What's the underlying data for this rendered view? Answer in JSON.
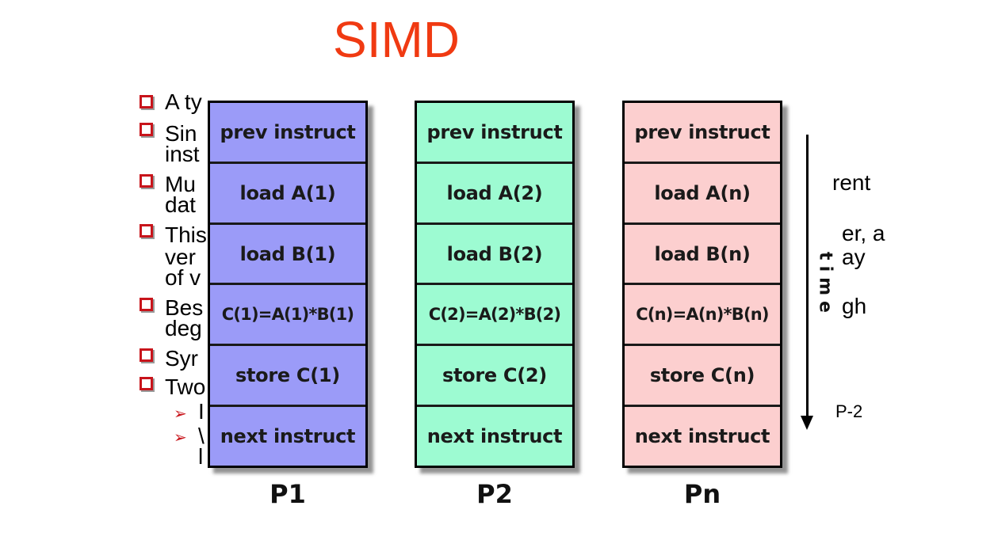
{
  "slide": {
    "title": "SIMD",
    "title_color": "#f03a12"
  },
  "bullets": [
    {
      "left": "A ty",
      "right": ""
    },
    {
      "left": "Sin",
      "left2": "inst",
      "right": ""
    },
    {
      "left": "Mu",
      "left2": "dat",
      "right": "rent"
    },
    {
      "left": "This",
      "left2": "ver",
      "left3": "of v",
      "right": "er, a",
      "right2": "ay"
    },
    {
      "left": "Bes",
      "left2": "deg",
      "right": "gh"
    },
    {
      "left": "Syr",
      "right": ""
    },
    {
      "left": "Two",
      "right": ""
    }
  ],
  "sub_bullets": [
    {
      "left": "I",
      "right": "P-2"
    },
    {
      "left": "\\",
      "left2": "l",
      "right": ""
    }
  ],
  "columns": [
    {
      "name": "P1",
      "color": "#9b9bf8",
      "cells": [
        "prev instruct",
        "load A(1)",
        "load B(1)",
        "C(1)=A(1)*B(1)",
        "store C(1)",
        "next instruct"
      ]
    },
    {
      "name": "P2",
      "color": "#9dfbd2",
      "cells": [
        "prev instruct",
        "load A(2)",
        "load B(2)",
        "C(2)=A(2)*B(2)",
        "store C(2)",
        "next instruct"
      ]
    },
    {
      "name": "Pn",
      "color": "#fccfcf",
      "cells": [
        "prev instruct",
        "load A(n)",
        "load B(n)",
        "C(n)=A(n)*B(n)",
        "store C(n)",
        "next instruct"
      ]
    }
  ],
  "time_label": "time"
}
